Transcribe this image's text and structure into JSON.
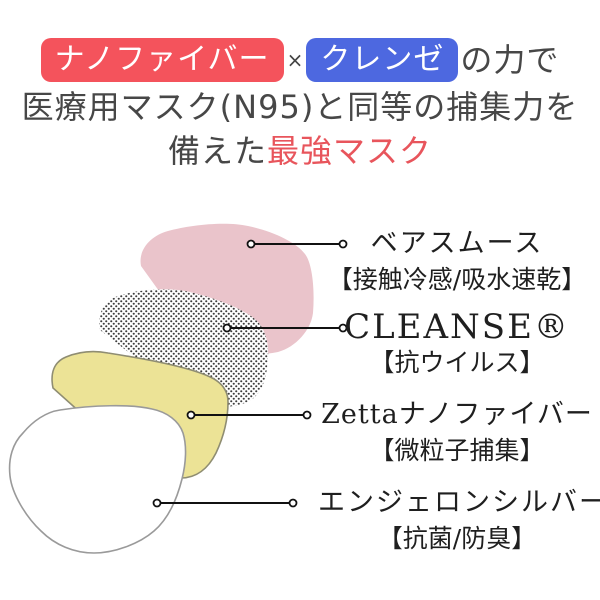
{
  "title": {
    "badge_red_label": "ナノファイバー",
    "multiply_sign": "×",
    "badge_blue_label": "クレンゼ",
    "line1_suffix": "の力で",
    "line2": "医療用マスク(N95)と同等の捕集力を",
    "line3_prefix": "備えた",
    "line3_highlight": "最強マスク"
  },
  "layers": [
    {
      "name": "ベアスムース",
      "feature": "【接触冷感/吸水速乾】",
      "swatch": "#eac4cb",
      "texture": "solid-pink"
    },
    {
      "name": "CLEANSE®",
      "feature": "【抗ウイルス】",
      "swatch": "#ffffff",
      "texture": "polka-dots"
    },
    {
      "name": "Zettaナノファイバー",
      "feature": "【微粒子捕集】",
      "swatch": "#ece396",
      "texture": "solid-yellow"
    },
    {
      "name": "エンジェロンシルバー",
      "feature": "【抗菌/防臭】",
      "swatch": "#ffffff",
      "texture": "solid-white"
    }
  ],
  "colors": {
    "badge_red": "#f4535c",
    "badge_blue": "#4d68e0",
    "highlight_red": "#e8555c",
    "headline_text": "#474747",
    "label_text": "#1f1f1f",
    "pink_layer": "#eac4cb",
    "yellow_layer": "#ece396",
    "yellow_outline": "#8f8d72",
    "white_outline": "#9a9a9a",
    "dot_color": "#3c3c3c",
    "leader_line": "#111111"
  }
}
